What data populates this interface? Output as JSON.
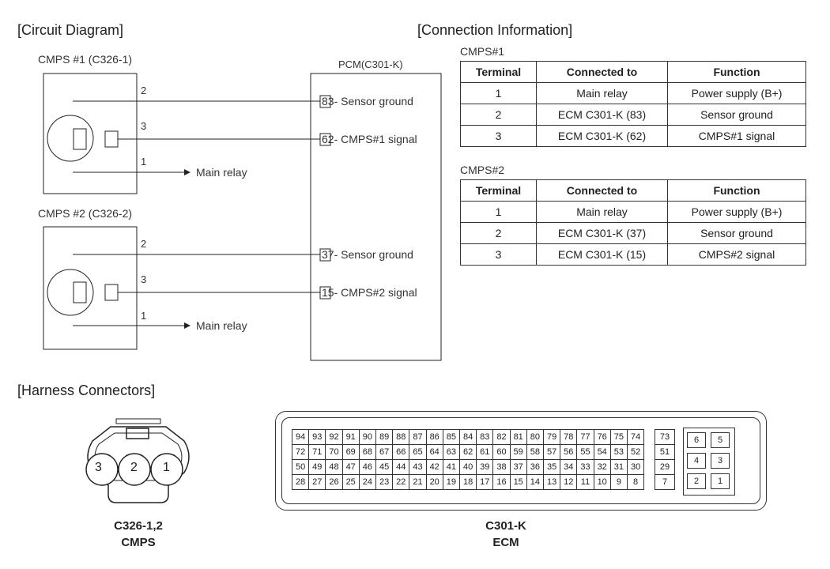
{
  "headers": {
    "circuit": "[Circuit Diagram]",
    "connection": "[Connection Information]",
    "harness": "[Harness Connectors]"
  },
  "circuit": {
    "sensor1": {
      "title": "CMPS #1 (C326-1)",
      "pins": [
        "2",
        "3",
        "1"
      ],
      "main_relay": "Main relay"
    },
    "sensor2": {
      "title": "CMPS #2 (C326-2)",
      "pins": [
        "2",
        "3",
        "1"
      ],
      "main_relay": "Main relay"
    },
    "pcm": {
      "title": "PCM(C301-K)",
      "terminals": [
        {
          "pin": "83",
          "label": "- Sensor ground"
        },
        {
          "pin": "62",
          "label": "- CMPS#1 signal"
        },
        {
          "pin": "37",
          "label": "- Sensor ground"
        },
        {
          "pin": "15",
          "label": "- CMPS#2 signal"
        }
      ]
    }
  },
  "connection_tables": [
    {
      "title": "CMPS#1",
      "columns": [
        "Terminal",
        "Connected to",
        "Function"
      ],
      "rows": [
        [
          "1",
          "Main relay",
          "Power supply (B+)"
        ],
        [
          "2",
          "ECM C301-K (83)",
          "Sensor ground"
        ],
        [
          "3",
          "ECM C301-K (62)",
          "CMPS#1 signal"
        ]
      ]
    },
    {
      "title": "CMPS#2",
      "columns": [
        "Terminal",
        "Connected to",
        "Function"
      ],
      "rows": [
        [
          "1",
          "Main relay",
          "Power supply (B+)"
        ],
        [
          "2",
          "ECM C301-K (37)",
          "Sensor ground"
        ],
        [
          "3",
          "ECM C301-K (15)",
          "CMPS#2 signal"
        ]
      ]
    }
  ],
  "harness": {
    "cmps_pins": [
      "3",
      "2",
      "1"
    ],
    "cmps_caption": [
      "C326-1,2",
      "CMPS"
    ],
    "ecm_caption": [
      "C301-K",
      "ECM"
    ],
    "ecm_rows": [
      [
        "94",
        "93",
        "92",
        "91",
        "90",
        "89",
        "88",
        "87",
        "86",
        "85",
        "84",
        "83",
        "82",
        "81",
        "80",
        "79",
        "78",
        "77",
        "76",
        "75",
        "74"
      ],
      [
        "72",
        "71",
        "70",
        "69",
        "68",
        "67",
        "66",
        "65",
        "64",
        "63",
        "62",
        "61",
        "60",
        "59",
        "58",
        "57",
        "56",
        "55",
        "54",
        "53",
        "52"
      ],
      [
        "50",
        "49",
        "48",
        "47",
        "46",
        "45",
        "44",
        "43",
        "42",
        "41",
        "40",
        "39",
        "38",
        "37",
        "36",
        "35",
        "34",
        "33",
        "32",
        "31",
        "30"
      ],
      [
        "28",
        "27",
        "26",
        "25",
        "24",
        "23",
        "22",
        "21",
        "20",
        "19",
        "18",
        "17",
        "16",
        "15",
        "14",
        "13",
        "12",
        "11",
        "10",
        "9",
        "8"
      ]
    ],
    "ecm_side": [
      "73",
      "51",
      "29",
      "7"
    ],
    "ecm_small": [
      [
        "6",
        "5"
      ],
      [
        "4",
        "3"
      ],
      [
        "2",
        "1"
      ]
    ]
  }
}
